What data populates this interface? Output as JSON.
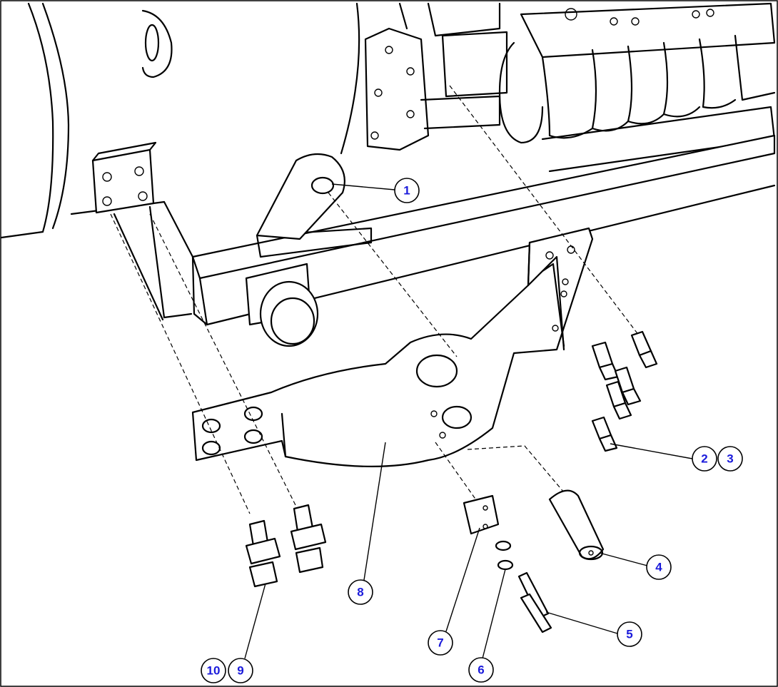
{
  "callouts": [
    {
      "id": "c1",
      "label": "1"
    },
    {
      "id": "c2",
      "label": "2"
    },
    {
      "id": "c3",
      "label": "3"
    },
    {
      "id": "c4",
      "label": "4"
    },
    {
      "id": "c5",
      "label": "5"
    },
    {
      "id": "c6",
      "label": "6"
    },
    {
      "id": "c7",
      "label": "7"
    },
    {
      "id": "c8",
      "label": "8"
    },
    {
      "id": "c9",
      "label": "9"
    },
    {
      "id": "c10",
      "label": "10"
    }
  ],
  "colors": {
    "line": "#000000",
    "callout_text": "#1a1adb",
    "background": "#ffffff"
  }
}
